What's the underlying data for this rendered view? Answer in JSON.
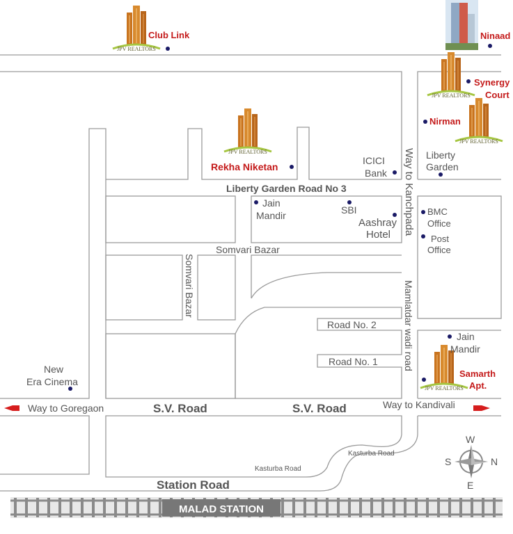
{
  "colors": {
    "road_stroke": "#9a9a9a",
    "label_gray": "#555555",
    "project_red": "#c41a1a",
    "dot": "#1a1a66",
    "arrow_red": "#d61d1d",
    "station_box": "#777777",
    "logo_orange": "#c9741f",
    "logo_green": "#a6c642"
  },
  "brand": {
    "logo_text": "JPV REALTORS"
  },
  "projects": {
    "club_link": "Club Link",
    "ninaad": "Ninaad",
    "synergy_1": "Synergy",
    "synergy_2": "Court",
    "nirman": "Nirman",
    "rekha_niketan": "Rekha Niketan",
    "samarth_1": "Samarth",
    "samarth_2": "Apt."
  },
  "landmarks": {
    "icici_1": "ICICI",
    "icici_2": "Bank",
    "liberty_1": "Liberty",
    "liberty_2": "Garden",
    "jain_1": "Jain",
    "jain_2": "Mandir",
    "sbi": "SBI",
    "aashray_1": "Aashray",
    "aashray_2": "Hotel",
    "bmc_1": "BMC",
    "bmc_2": "Office",
    "post_1": "Post",
    "post_2": "Office",
    "jain2_1": "Jain",
    "jain2_2": "Mandir",
    "cinema_1": "New",
    "cinema_2": "Era Cinema"
  },
  "roads": {
    "liberty_garden_road": "Liberty Garden Road No 3",
    "way_kanchpada": "Way to Kanchpada",
    "somvari_bazar_h": "Somvari Bazar",
    "somvari_bazar_v": "Somvari Bazar",
    "mamlatdar": "Mamlatdar wadi road",
    "road_no_2": "Road No. 2",
    "road_no_1": "Road No. 1",
    "way_goregaon": "Way to Goregaon",
    "sv_road_1": "S.V. Road",
    "sv_road_2": "S.V. Road",
    "way_kandivali": "Way to Kandivali",
    "kasturba_1": "Kasturba Road",
    "kasturba_2": "Kasturba Road",
    "station_road": "Station Road",
    "malad_station": "MALAD STATION"
  },
  "compass": {
    "n": "N",
    "s": "S",
    "e": "E",
    "w": "W"
  }
}
